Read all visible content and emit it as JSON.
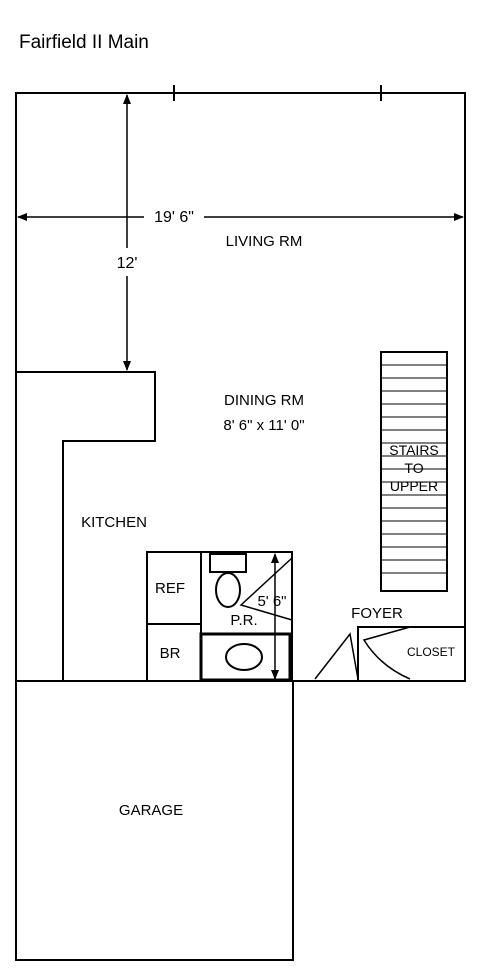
{
  "title": "Fairfield II Main",
  "rooms": {
    "living": "LIVING RM",
    "dining": "DINING RM",
    "dining_size": "8' 6\" x 11' 0\"",
    "kitchen": "KITCHEN",
    "foyer": "FOYER",
    "garage": "GARAGE",
    "closet": "CLOSET",
    "powder_room": "P.R.",
    "refrigerator": "REF",
    "broom": "BR",
    "stairs": [
      "STAIRS",
      "TO",
      "UPPER"
    ]
  },
  "dimensions": {
    "width": "19' 6\"",
    "depth": "12'",
    "powder_room": "5' 6\""
  }
}
